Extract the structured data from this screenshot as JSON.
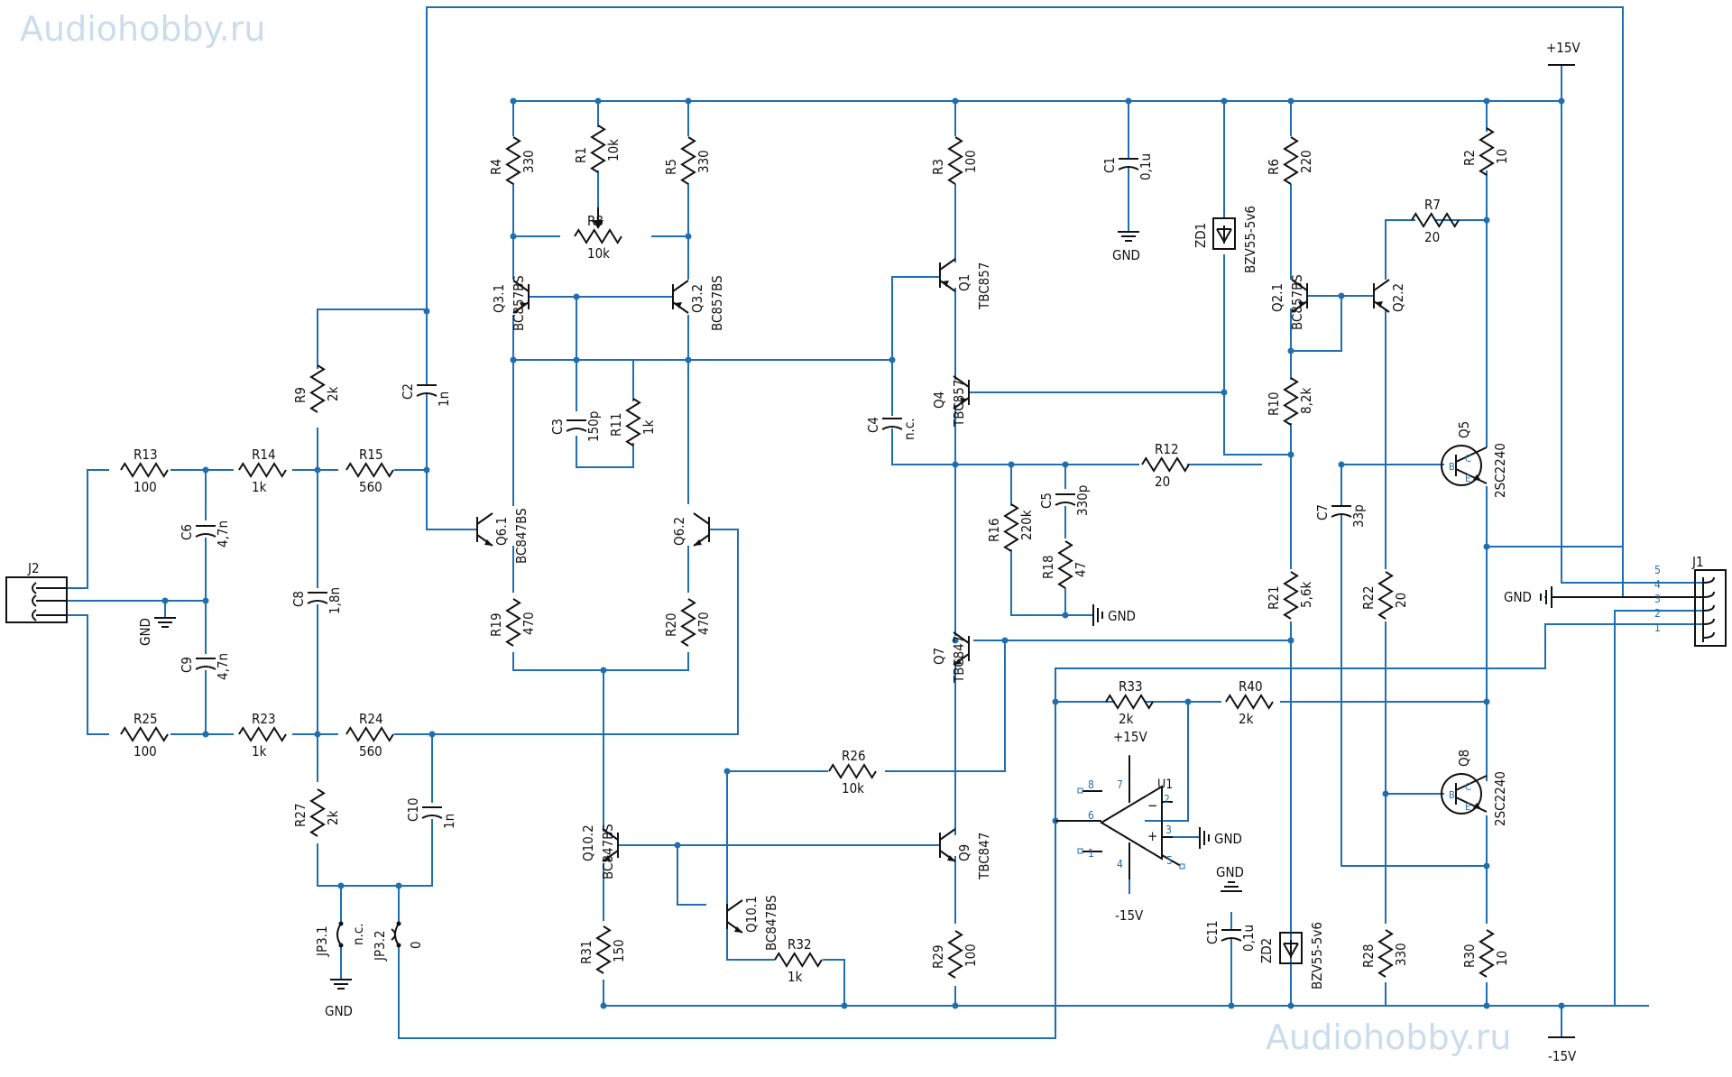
{
  "watermarks": [
    "Audiohobby.ru",
    "Audiohobby.ru"
  ],
  "rails": {
    "pos": "+15V",
    "neg": "-15V"
  },
  "gnd": "GND",
  "resistors": {
    "R1": {
      "ref": "R1",
      "val": "10k"
    },
    "R2": {
      "ref": "R2",
      "val": "10"
    },
    "R3": {
      "ref": "R3",
      "val": "100"
    },
    "R4": {
      "ref": "R4",
      "val": "330"
    },
    "R5": {
      "ref": "R5",
      "val": "330"
    },
    "R6": {
      "ref": "R6",
      "val": "220"
    },
    "R7": {
      "ref": "R7",
      "val": "20"
    },
    "R8": {
      "ref": "R8",
      "val": "10k"
    },
    "R9": {
      "ref": "R9",
      "val": "2k"
    },
    "R10": {
      "ref": "R10",
      "val": "8,2k"
    },
    "R11": {
      "ref": "R11",
      "val": "1k"
    },
    "R12": {
      "ref": "R12",
      "val": "20"
    },
    "R13": {
      "ref": "R13",
      "val": "100"
    },
    "R14": {
      "ref": "R14",
      "val": "1k"
    },
    "R15": {
      "ref": "R15",
      "val": "560"
    },
    "R16": {
      "ref": "R16",
      "val": "220k"
    },
    "R18": {
      "ref": "R18",
      "val": "47"
    },
    "R19": {
      "ref": "R19",
      "val": "470"
    },
    "R20": {
      "ref": "R20",
      "val": "470"
    },
    "R21": {
      "ref": "R21",
      "val": "5,6k"
    },
    "R22": {
      "ref": "R22",
      "val": "20"
    },
    "R23": {
      "ref": "R23",
      "val": "1k"
    },
    "R24": {
      "ref": "R24",
      "val": "560"
    },
    "R25": {
      "ref": "R25",
      "val": "100"
    },
    "R26": {
      "ref": "R26",
      "val": "10k"
    },
    "R27": {
      "ref": "R27",
      "val": "2k"
    },
    "R28": {
      "ref": "R28",
      "val": "330"
    },
    "R29": {
      "ref": "R29",
      "val": "100"
    },
    "R30": {
      "ref": "R30",
      "val": "10"
    },
    "R31": {
      "ref": "R31",
      "val": "150"
    },
    "R32": {
      "ref": "R32",
      "val": "1k"
    },
    "R33": {
      "ref": "R33",
      "val": "2k"
    },
    "R40": {
      "ref": "R40",
      "val": "2k"
    }
  },
  "capacitors": {
    "C1": {
      "ref": "C1",
      "val": "0,1u"
    },
    "C2": {
      "ref": "C2",
      "val": "1n"
    },
    "C3": {
      "ref": "C3",
      "val": "150p"
    },
    "C4": {
      "ref": "C4",
      "val": "n.c."
    },
    "C5": {
      "ref": "C5",
      "val": "330p"
    },
    "C6": {
      "ref": "C6",
      "val": "4,7n"
    },
    "C7": {
      "ref": "C7",
      "val": "33p"
    },
    "C8": {
      "ref": "C8",
      "val": "1,8n"
    },
    "C9": {
      "ref": "C9",
      "val": "4,7n"
    },
    "C10": {
      "ref": "C10",
      "val": "1n"
    },
    "C11": {
      "ref": "C11",
      "val": "0,1u"
    }
  },
  "transistors": {
    "Q1": {
      "ref": "Q1",
      "part": "TBC857"
    },
    "Q4": {
      "ref": "Q4",
      "part": "TBC857"
    },
    "Q7": {
      "ref": "Q7",
      "part": "TBC847"
    },
    "Q9": {
      "ref": "Q9",
      "part": "TBC847"
    },
    "Q3_1": {
      "ref": "Q3.1",
      "part": "BC857BS"
    },
    "Q3_2": {
      "ref": "Q3.2",
      "part": "BC857BS"
    },
    "Q2_1": {
      "ref": "Q2.1",
      "part": "BC857BS"
    },
    "Q2_2": {
      "ref": "Q2.2",
      "part": ""
    },
    "Q6_1": {
      "ref": "Q6.1",
      "part": "BC847BS"
    },
    "Q6_2": {
      "ref": "Q6.2",
      "part": ""
    },
    "Q10_1": {
      "ref": "Q10.1",
      "part": "BC847BS"
    },
    "Q10_2": {
      "ref": "Q10.2",
      "part": "BC847BS"
    },
    "Q5": {
      "ref": "Q5",
      "part": "2SC2240"
    },
    "Q8": {
      "ref": "Q8",
      "part": "2SC2240"
    }
  },
  "zeners": {
    "ZD1": {
      "ref": "ZD1",
      "val": "BZV55-5v6"
    },
    "ZD2": {
      "ref": "ZD2",
      "val": "BZV55-5v6"
    }
  },
  "opamp": {
    "ref": "U1",
    "vpos": "+15V",
    "vneg": "-15V",
    "pins": [
      "1",
      "2",
      "3",
      "4",
      "5",
      "6",
      "7",
      "8"
    ],
    "minus": "−",
    "plus": "+"
  },
  "jumpers": {
    "JP3_1": {
      "ref": "JP3.1",
      "val": "n.c."
    },
    "JP3_2": {
      "ref": "JP3.2",
      "val": "0"
    }
  },
  "connectors": {
    "J1": {
      "ref": "J1",
      "pins": [
        "5",
        "4",
        "3",
        "2",
        "1"
      ]
    },
    "J2": {
      "ref": "J2"
    }
  },
  "bjt_letters": {
    "b": "B",
    "c": "C",
    "e": "E"
  }
}
